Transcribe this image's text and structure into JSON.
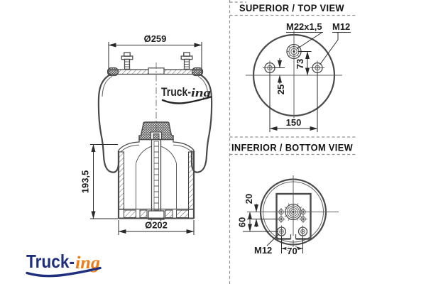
{
  "side_view": {
    "dim_top_diameter": "Ø259",
    "dim_height": "193,5",
    "dim_bottom_diameter": "Ø202",
    "watermark_part1": "Truck-",
    "watermark_part2": "ing"
  },
  "top_view": {
    "title": "SUPERIOR / TOP VIEW",
    "label_center_port": "M22x1,5",
    "label_stud": "M12",
    "dim_port_to_center": "73",
    "dim_studs_above_center": "25",
    "dim_stud_spacing": "150"
  },
  "bottom_view": {
    "title": "INFERIOR / BOTTOM VIEW",
    "dim_hole_row_gap": "20",
    "dim_center_to_studs": "60",
    "label_stud": "M12",
    "dim_stud_spacing": "70"
  },
  "brand": {
    "logo_part1": "Truck-",
    "logo_part2": "ing"
  },
  "colors": {
    "line": "#4a4a4a",
    "dim_text": "#1f1f1f",
    "dashed": "#909090",
    "logo_navy": "#1f2e7e",
    "logo_orange": "#ef7d17"
  }
}
